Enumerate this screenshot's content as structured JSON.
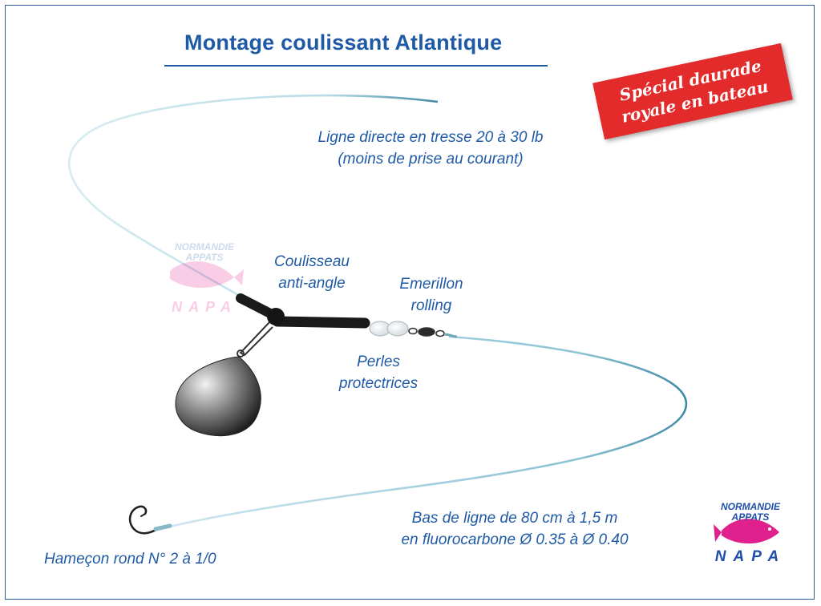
{
  "title": "Montage coulissant Atlantique",
  "banner": {
    "line1": "Spécial daurade",
    "line2": "royale en bateau"
  },
  "labels": {
    "main_line": {
      "line1": "Ligne directe en tresse 20 à 30 lb",
      "line2": "(moins de prise au courant)"
    },
    "slider": {
      "line1": "Coulisseau",
      "line2": "anti-angle"
    },
    "swivel": {
      "line1": "Emerillon",
      "line2": "rolling"
    },
    "beads": {
      "line1": "Perles",
      "line2": "protectrices"
    },
    "leader": {
      "line1": "Bas de ligne de 80 cm à 1,5 m",
      "line2": "en fluorocarbone Ø 0.35 à Ø 0.40"
    },
    "hook": "Hameçon rond N° 2 à 1/0"
  },
  "logo": {
    "line1": "NORMANDIE",
    "line2": "APPATS",
    "line3": "NAPA"
  },
  "watermark": {
    "line1": "NORMANDIE",
    "line2": "APPATS",
    "line3": "NAPA"
  },
  "colors": {
    "text_blue": "#1f5aa6",
    "banner_red": "#e32b2b",
    "line_teal": "#4d94ad",
    "logo_pink": "#e0208c"
  }
}
